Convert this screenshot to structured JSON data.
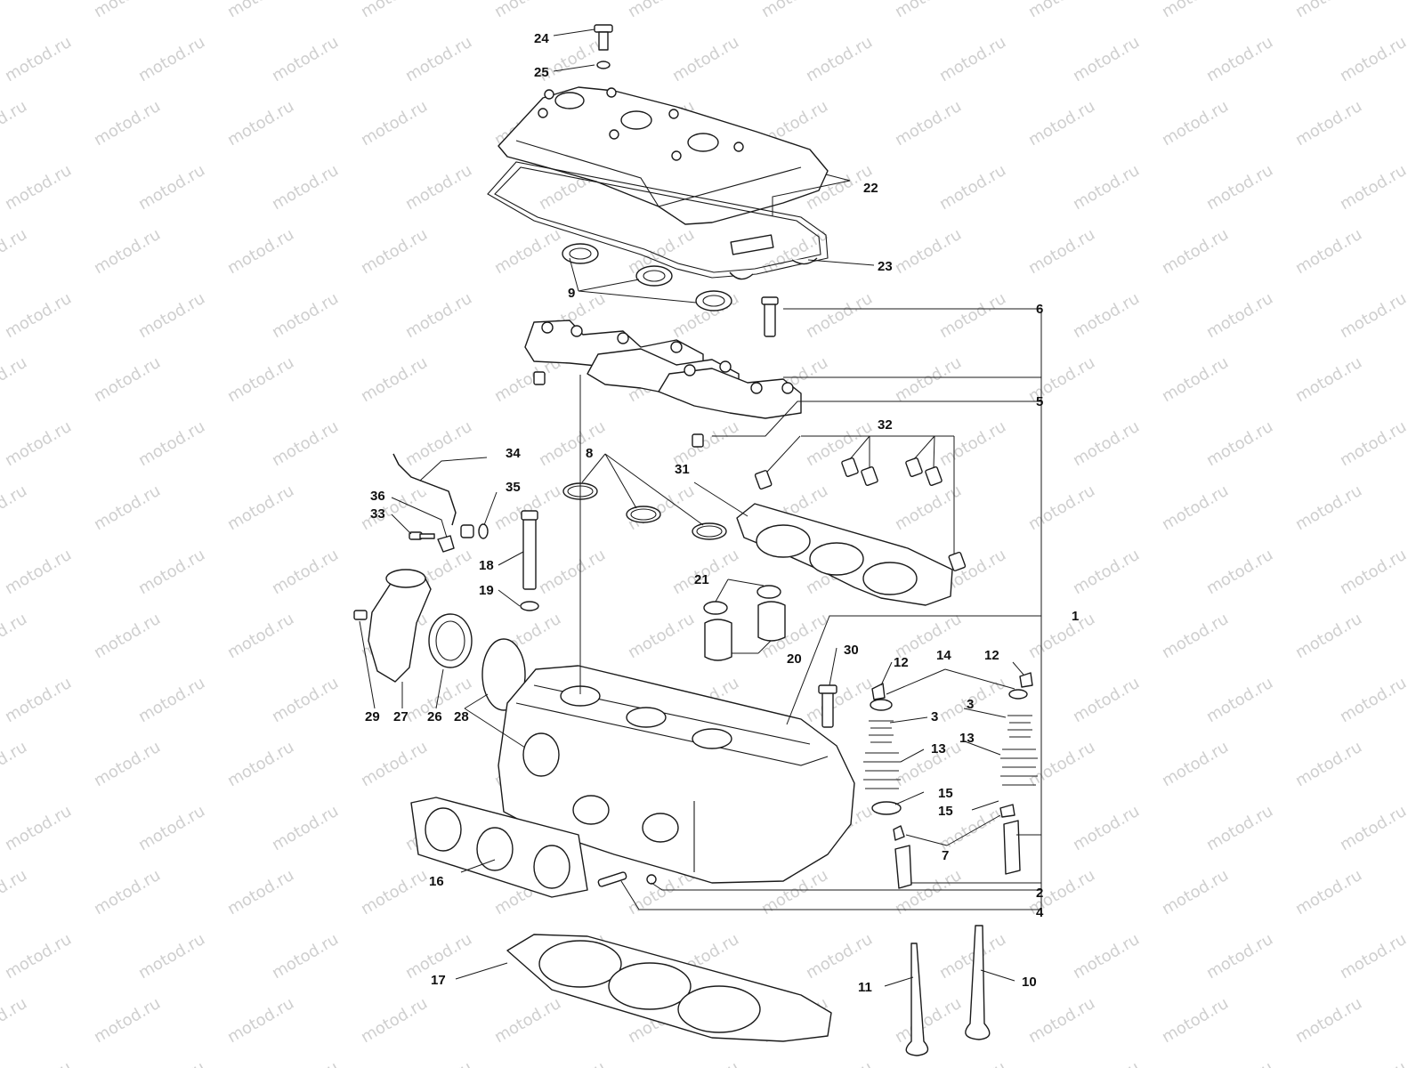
{
  "watermark": {
    "text": "motod.ru"
  },
  "callouts": [
    "1",
    "2",
    "3",
    "3",
    "4",
    "5",
    "6",
    "7",
    "8",
    "9",
    "10",
    "11",
    "12",
    "12",
    "13",
    "13",
    "14",
    "15",
    "15",
    "16",
    "17",
    "18",
    "19",
    "20",
    "21",
    "22",
    "23",
    "24",
    "25",
    "26",
    "27",
    "28",
    "29",
    "30",
    "31",
    "32",
    "33",
    "34",
    "35",
    "36"
  ]
}
